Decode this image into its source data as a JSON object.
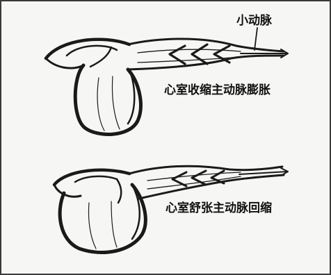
{
  "figure": {
    "labels": {
      "small_artery": "小动脉",
      "systole": "心室收缩主动脉膨胀",
      "diastole": "心室舒张主动脉回缩"
    },
    "colors": {
      "stroke": "#1a1a1a",
      "background": "#f6f6f4",
      "border": "#3a3a3a"
    }
  }
}
